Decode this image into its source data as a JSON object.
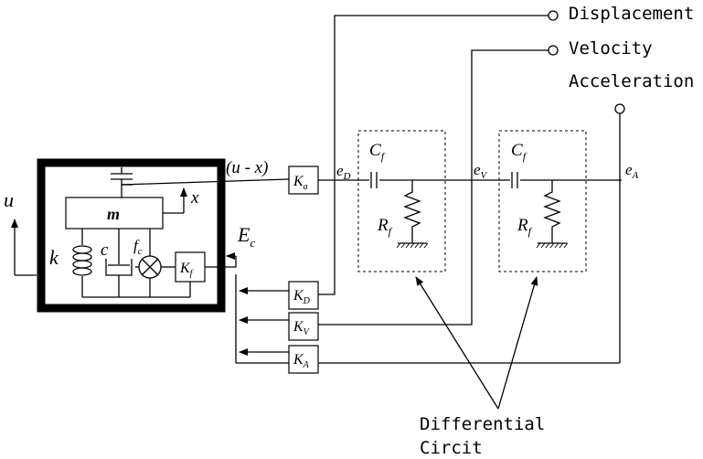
{
  "outputs": {
    "displacement": "Displacement",
    "velocity": "Velocity",
    "acceleration": "Acceleration"
  },
  "caption": {
    "line1": "Differential",
    "line2": "Circit"
  },
  "symbols": {
    "u": "u",
    "x": "x",
    "k": "k",
    "c": "c",
    "m": "m",
    "f": "f",
    "f_sub": "c",
    "E": "E",
    "E_sub": "c",
    "K": "K",
    "Ka_sub": "a",
    "Kf_sub": "f",
    "KD_sub": "D",
    "KV_sub": "V",
    "KA_sub": "A",
    "ux_label": "(u - x)",
    "e": "e",
    "eD_sub": "D",
    "eV_sub": "V",
    "eA_sub": "A",
    "C": "C",
    "R": "R",
    "Cf_sub": "f",
    "Rf_sub": "f"
  }
}
